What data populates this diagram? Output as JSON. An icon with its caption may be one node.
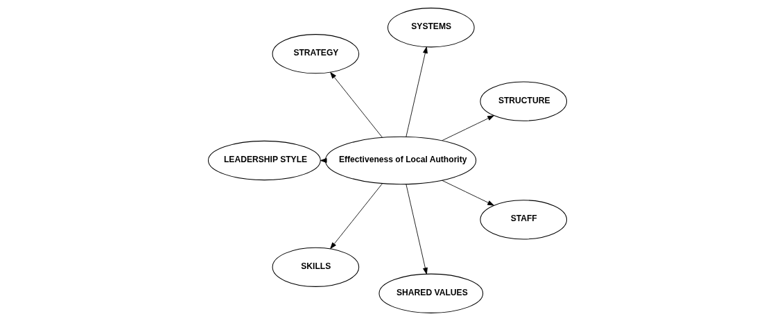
{
  "diagram": {
    "nodes": [
      {
        "text": [
          "STRUCTURE"
        ]
      },
      {
        "text": [
          "SYSTEMS"
        ]
      },
      {
        "text": [
          "STRATEGY"
        ]
      },
      {
        "text": [
          "Effectiveness of Local Authority"
        ]
      },
      {
        "text": [
          "LEADERSHIP STYLE"
        ]
      },
      {
        "text": [
          "SKILLS"
        ]
      },
      {
        "text": [
          "SHARED VALUES"
        ]
      },
      {
        "text": [
          "STAFF"
        ]
      }
    ],
    "edges": [
      {
        "from": 3,
        "to": 0,
        "arrow": "to"
      },
      {
        "from": 3,
        "to": 1,
        "arrow": "to"
      },
      {
        "from": 3,
        "to": 2,
        "arrow": "to"
      },
      {
        "from": 3,
        "to": 4,
        "arrow": "to"
      },
      {
        "from": 3,
        "to": 5,
        "arrow": "to"
      },
      {
        "from": 3,
        "to": 6,
        "arrow": "to"
      },
      {
        "from": 3,
        "to": 7,
        "arrow": "to"
      }
    ]
  }
}
